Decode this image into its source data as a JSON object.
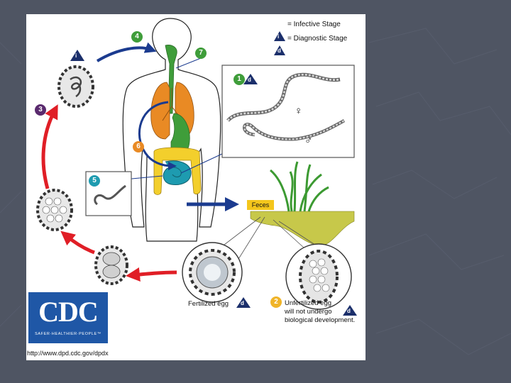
{
  "legend": {
    "infective_symbol": "i",
    "infective_label": "= Infective Stage",
    "diagnostic_symbol": "d",
    "diagnostic_label": "= Diagnostic Stage"
  },
  "stages": {
    "s1": "1",
    "s2": "2",
    "s3": "3",
    "s4": "4",
    "s5": "5",
    "s6": "6",
    "s7": "7"
  },
  "sex_symbols": {
    "female": "♀",
    "male": "♂"
  },
  "feces_label": "Feces",
  "captions": {
    "fertilized": "Fertilized egg",
    "unfertilized_line1": "Unfertilized egg",
    "unfertilized_line2": "will not undergo",
    "unfertilized_line3": "biological development."
  },
  "logo": {
    "text": "CDC",
    "tagline": "SAFER·HEALTHIER·PEOPLE™"
  },
  "url": "http://www.dpd.cdc.gov/dpdx",
  "colors": {
    "slide_background": "#4f5563",
    "cycle_arrow": "#e01e26",
    "migration_arrow": "#1b3b8f",
    "lungs": "#e98a24",
    "intestine": "#f3cf2c",
    "small_intestine": "#1e9bb0",
    "pharynx": "#3f9d3a",
    "cdc_blue": "#1f57a6"
  }
}
